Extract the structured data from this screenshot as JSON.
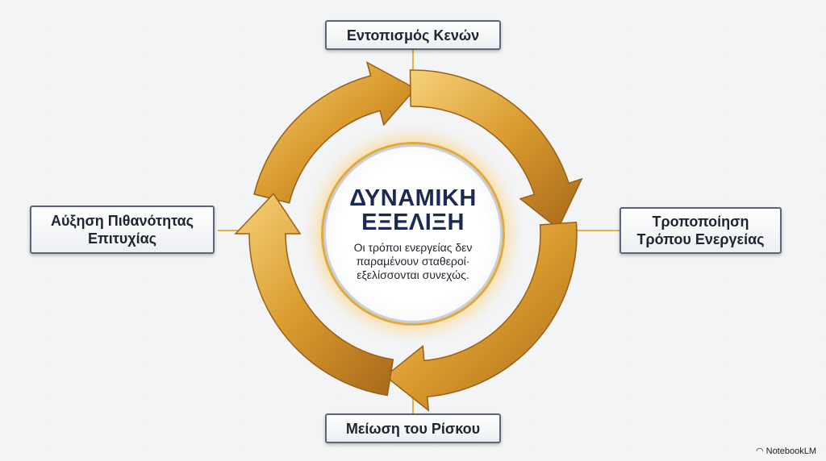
{
  "center": {
    "title_line1": "ΔΥΝΑΜΙΚΗ",
    "title_line2": "ΕΞΕΛΙΞΗ",
    "description": "Οι τρόποι ενεργείας δεν παραμένουν σταθεροί· εξελίσσονται συνεχώς."
  },
  "nodes": {
    "top": "Εντοπισμός Κενών",
    "right": "Τροποποίηση Τρόπου Ενεργείας",
    "bottom": "Μείωση του Ρίσκου",
    "left": "Αύξηση Πιθανότητας Επιτυχίας"
  },
  "colors": {
    "gold_light": "#f2c55a",
    "gold_dark": "#b9781c",
    "navy": "#1b2a55"
  },
  "watermark": "NotebookLM"
}
